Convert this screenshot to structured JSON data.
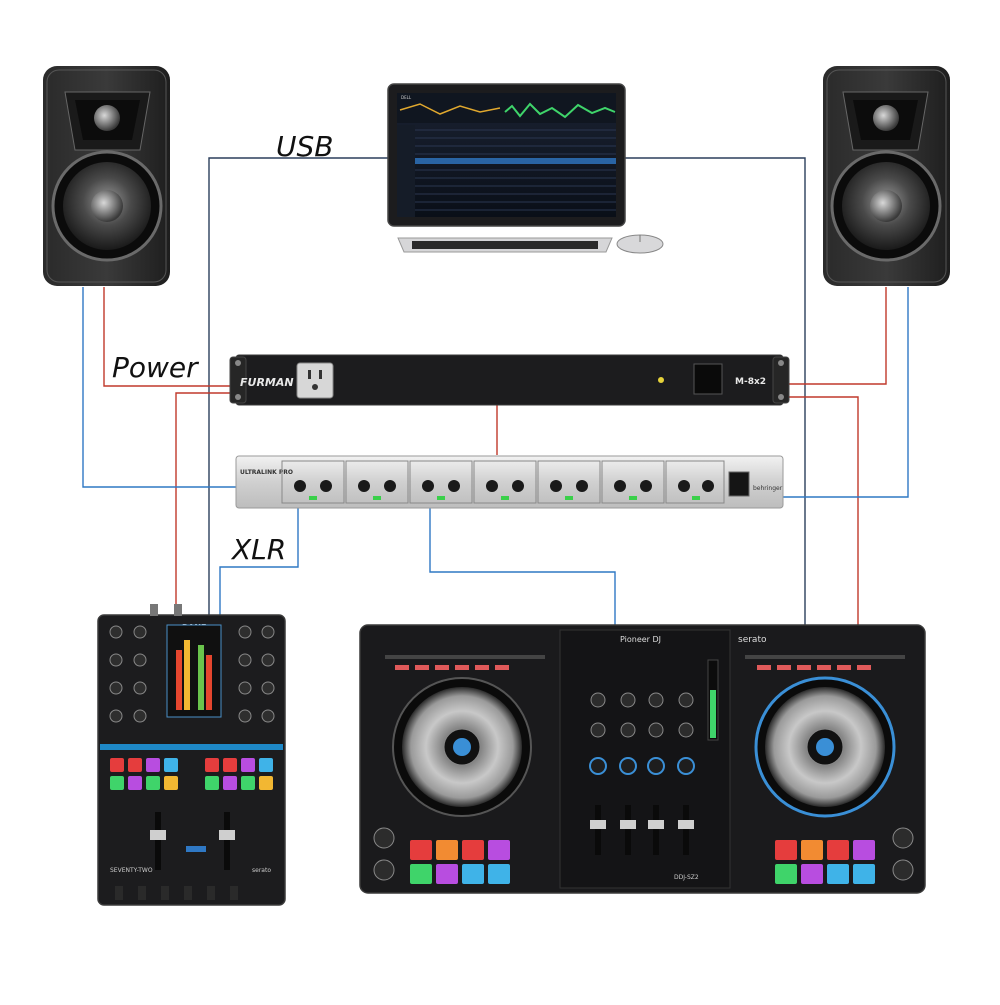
{
  "labels": {
    "usb": "USB",
    "power": "Power",
    "xlr": "XLR"
  },
  "devices": {
    "laptop_brand": "DELL",
    "power_conditioner_brand": "FURMAN",
    "power_conditioner_model": "M-8x2",
    "crossover_brand": "ULTRALINK PRO",
    "crossover_maker": "behringer",
    "mixer_brand": "RANE",
    "mixer_model": "SEVENTY-TWO",
    "mixer_software": "serato",
    "controller_brand": "Pioneer DJ",
    "controller_model": "DDJ-SZ2",
    "controller_software": "serato"
  },
  "colors": {
    "power_cable": "#c0392b",
    "audio_cable": "#2f78c4",
    "usb_cable": "#2b3f5c",
    "device_body": "#1c1c1e",
    "device_dark": "#0e0e10"
  }
}
